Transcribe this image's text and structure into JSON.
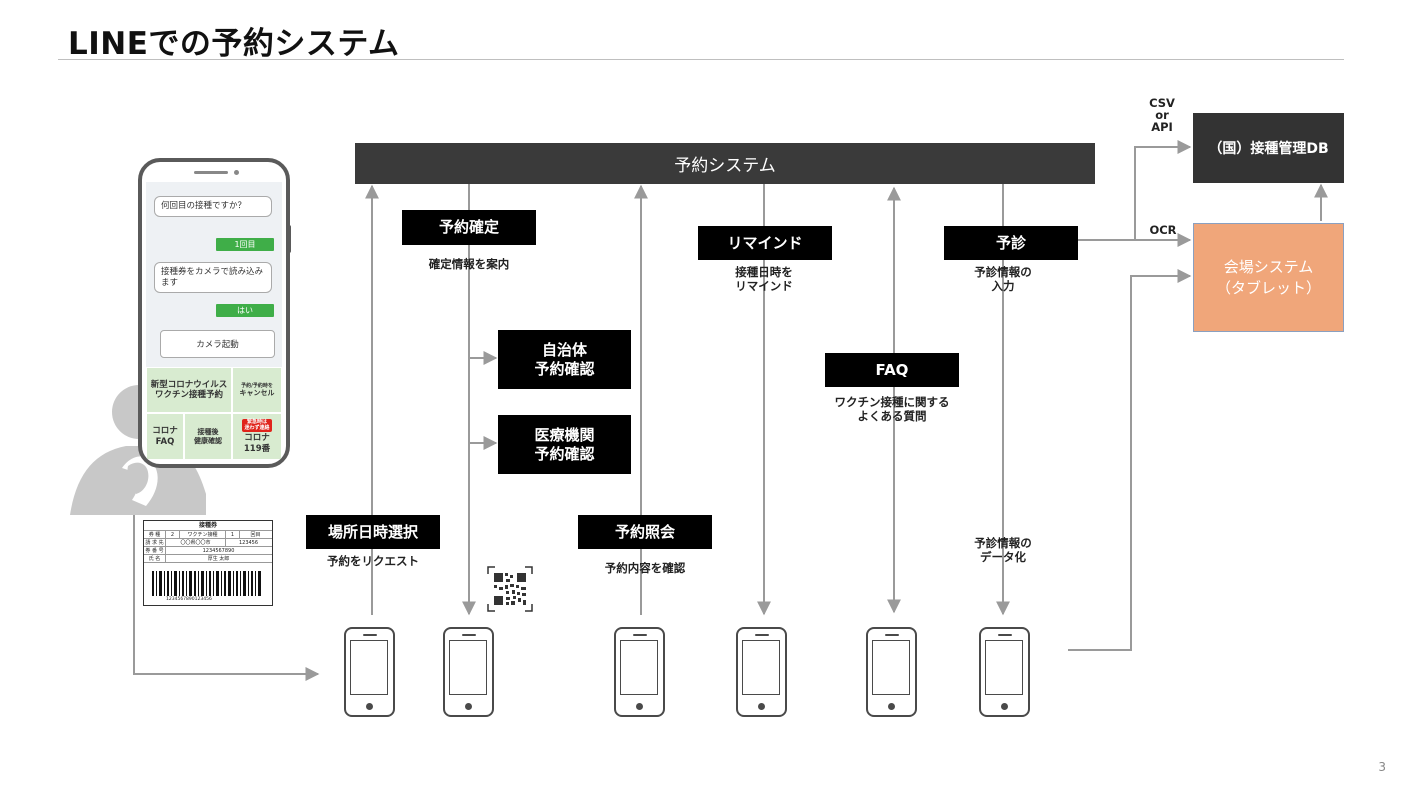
{
  "title": "LINEでの予約システム",
  "page_number": "3",
  "system_bar": "予約システム",
  "db_box": "（国）接種管理DB",
  "venue_box": {
    "line1": "会場システム",
    "line2": "（タブレット）"
  },
  "side_labels": {
    "csv": "CSV",
    "or": "or",
    "api": "API",
    "ocr": "OCR"
  },
  "steps": {
    "yoyaku_kakutei": {
      "label": "予約確定",
      "caption": "確定情報を案内"
    },
    "remind": {
      "label": "リマインド",
      "caption1": "接種日時を",
      "caption2": "リマインド"
    },
    "yoshin": {
      "label": "予診",
      "caption1": "予診情報の",
      "caption2": "入力"
    },
    "jichitai": {
      "line1": "自治体",
      "line2": "予約確認"
    },
    "iryo": {
      "line1": "医療機関",
      "line2": "予約確認"
    },
    "faq": {
      "label": "FAQ",
      "caption1": "ワクチン接種に関する",
      "caption2": "よくある質問"
    },
    "basho": {
      "label": "場所日時選択",
      "caption": "予約をリクエスト"
    },
    "shokai": {
      "label": "予約照会",
      "caption": "予約内容を確認"
    },
    "data_ka": {
      "caption1": "予診情報の",
      "caption2": "データ化"
    }
  },
  "chat": {
    "q1": "何回目の接種ですか？",
    "a1": "1回目",
    "q2": "接種券をカメラで読み込みます",
    "a2": "はい",
    "camera_button": "カメラ起動"
  },
  "menu": {
    "m1a": "新型コロナウイルス",
    "m1b": "ワクチン接種予約",
    "m2a": "予約/予約時を",
    "m2b": "キャンセル",
    "m3a": "コロナ",
    "m3b": "FAQ",
    "m4a": "接種後",
    "m4b": "健康確認",
    "m5_badge1": "緊急時は",
    "m5_badge2": "迷わず連絡",
    "m5a": "コロナ",
    "m5b": "119番"
  },
  "ticket": {
    "header": "接種券",
    "r1": [
      "券 種",
      "2",
      "ワクチン接種",
      "1",
      "回目"
    ],
    "r2": [
      "請 求 先",
      "〇〇県〇〇市",
      "123456"
    ],
    "r3": [
      "券 番 号",
      "1234567890"
    ],
    "r4": [
      "氏 名",
      "厚生 太郎"
    ],
    "barcode_number": "1234567890123456"
  }
}
